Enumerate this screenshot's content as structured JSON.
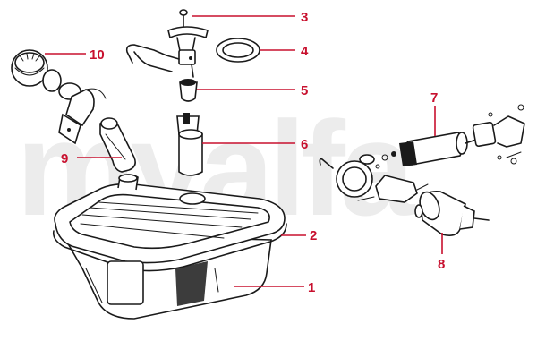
{
  "diagram": {
    "watermark": "myalfa",
    "accent_color": "#c8102e",
    "callouts": [
      {
        "id": "1",
        "label": "1"
      },
      {
        "id": "2",
        "label": "2"
      },
      {
        "id": "3",
        "label": "3"
      },
      {
        "id": "4",
        "label": "4"
      },
      {
        "id": "5",
        "label": "5"
      },
      {
        "id": "6",
        "label": "6"
      },
      {
        "id": "7",
        "label": "7"
      },
      {
        "id": "8",
        "label": "8"
      },
      {
        "id": "9",
        "label": "9"
      },
      {
        "id": "10",
        "label": "10"
      }
    ]
  }
}
